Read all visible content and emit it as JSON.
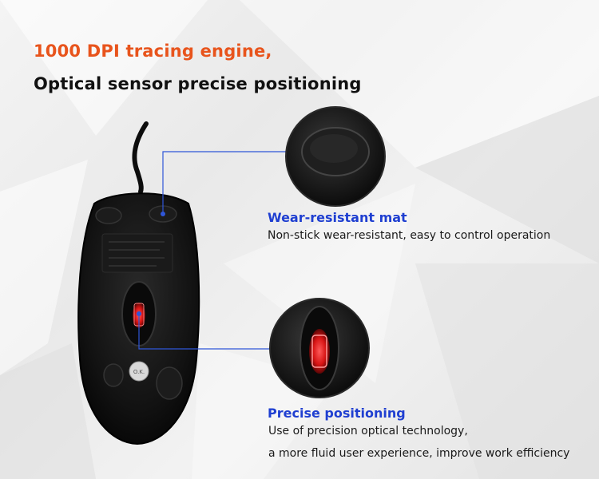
{
  "headline": {
    "line1": "1000 DPI tracing engine,",
    "line2": "Optical sensor precise positioning"
  },
  "features": [
    {
      "title": "Wear-resistant mat",
      "description": "Non-stick wear-resistant, easy to control operation"
    },
    {
      "title": "Precise positioning",
      "description_lines": [
        "Use of precision optical technology,",
        "a more fluid user experience, improve work efficiency"
      ]
    }
  ],
  "mouse": {
    "badge_text": "O.K."
  },
  "colors": {
    "accent_orange": "#e8541c",
    "accent_blue": "#1f3fd1",
    "callout_line": "#2f56d8",
    "mouse_body": "#141414",
    "sensor_red": "#e21c1c"
  }
}
